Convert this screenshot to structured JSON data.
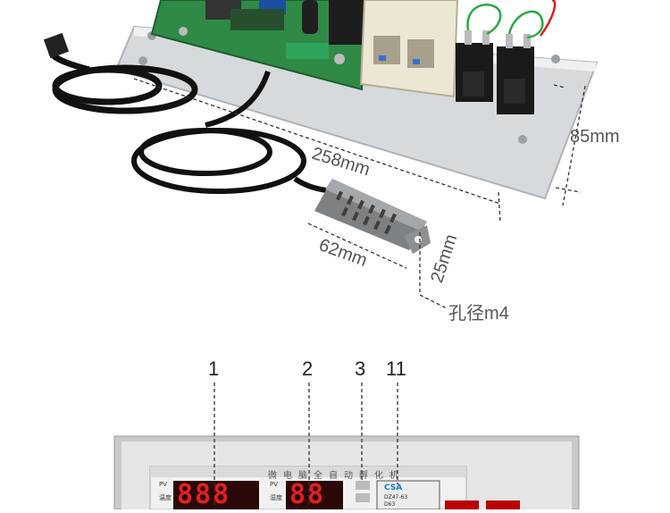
{
  "dimensions": {
    "length": "258mm",
    "height": "85mm",
    "sensor_length": "62mm",
    "sensor_width": "25mm",
    "hole": "孔径m4"
  },
  "callouts": [
    "1",
    "2",
    "3",
    "11"
  ],
  "panel": {
    "title": "微电脑全自动孵化机",
    "pv_label": "PV",
    "temp_label": "温度",
    "humidity_label": "湿度",
    "display1": "888",
    "display2": "88",
    "breaker_brand": "CSA",
    "breaker_model": "DZ47-63",
    "breaker_rating": "D63"
  },
  "colors": {
    "led": "#e12020",
    "pcb": "#2f8a46",
    "sensor": "#8a8c8e",
    "frame": "#c9c9c9"
  }
}
